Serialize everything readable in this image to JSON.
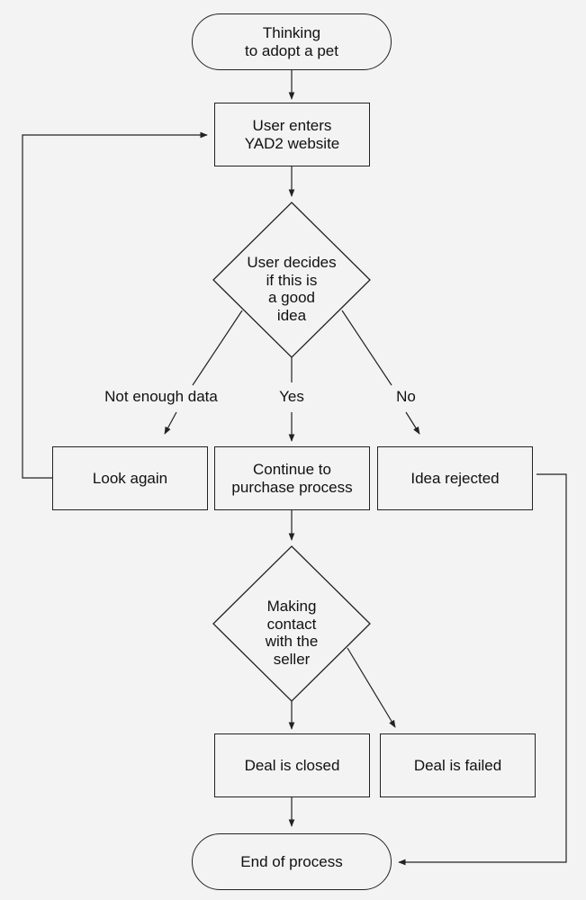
{
  "nodes": {
    "start": "Thinking\nto adopt a pet",
    "enter_site": "User enters\nYAD2 website",
    "decision_good_idea": "User decides\nif this is\na good\nidea",
    "look_again": "Look again",
    "continue_purchase": "Continue to\npurchase process",
    "idea_rejected": "Idea rejected",
    "decision_contact": "Making\ncontact\nwith the\nseller",
    "deal_closed": "Deal is closed",
    "deal_failed": "Deal is failed",
    "end": "End of process"
  },
  "edge_labels": {
    "not_enough_data": "Not enough data",
    "yes": "Yes",
    "no": "No"
  },
  "colors": {
    "background": "#f3f3f3",
    "stroke": "#222222"
  }
}
